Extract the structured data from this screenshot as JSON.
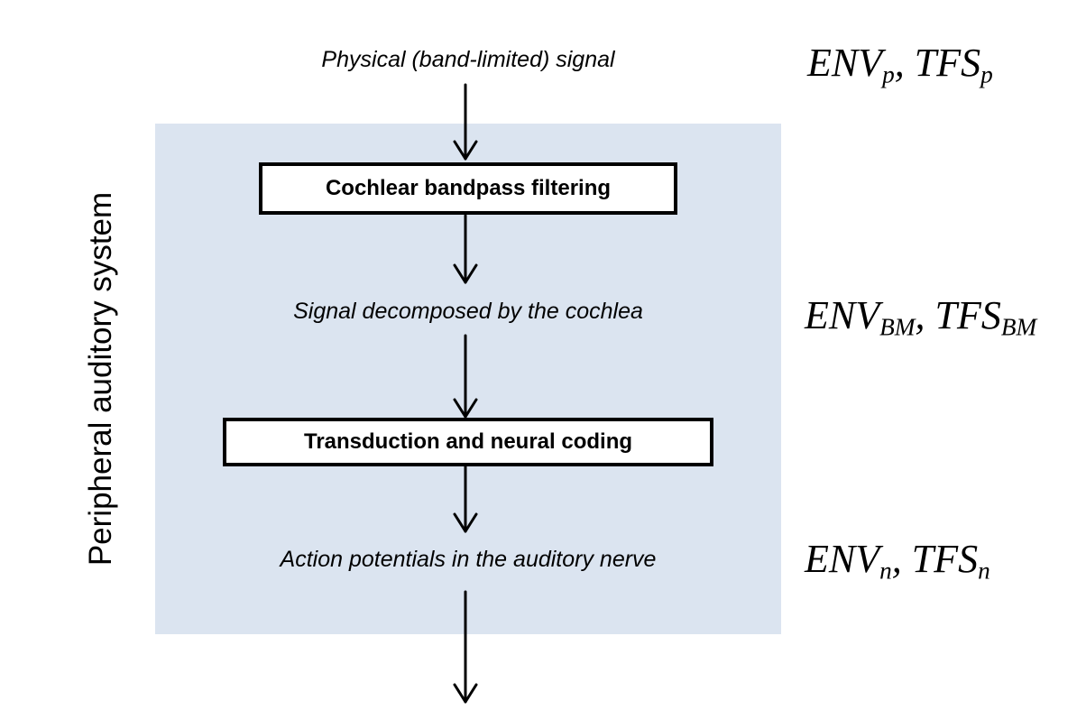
{
  "side_label": "Peripheral auditory system",
  "stages": {
    "physical": "Physical (band-limited) signal",
    "decomposed": "Signal decomposed by the cochlea",
    "action": "Action potentials in the auditory nerve"
  },
  "boxes": {
    "filtering": "Cochlear bandpass filtering",
    "transduction": "Transduction and neural coding"
  },
  "notation": {
    "physical": {
      "env": "ENV",
      "env_sub": "p",
      "sep": ", ",
      "tfs": "TFS",
      "tfs_sub": "p"
    },
    "decomposed": {
      "env": "ENV",
      "env_sub": "BM",
      "sep": ", ",
      "tfs": "TFS",
      "tfs_sub": "BM"
    },
    "action": {
      "env": "ENV",
      "env_sub": "n",
      "sep": ", ",
      "tfs": "TFS",
      "tfs_sub": "n"
    }
  },
  "colors": {
    "panel": "#dbe4f0",
    "ink": "#000000"
  }
}
